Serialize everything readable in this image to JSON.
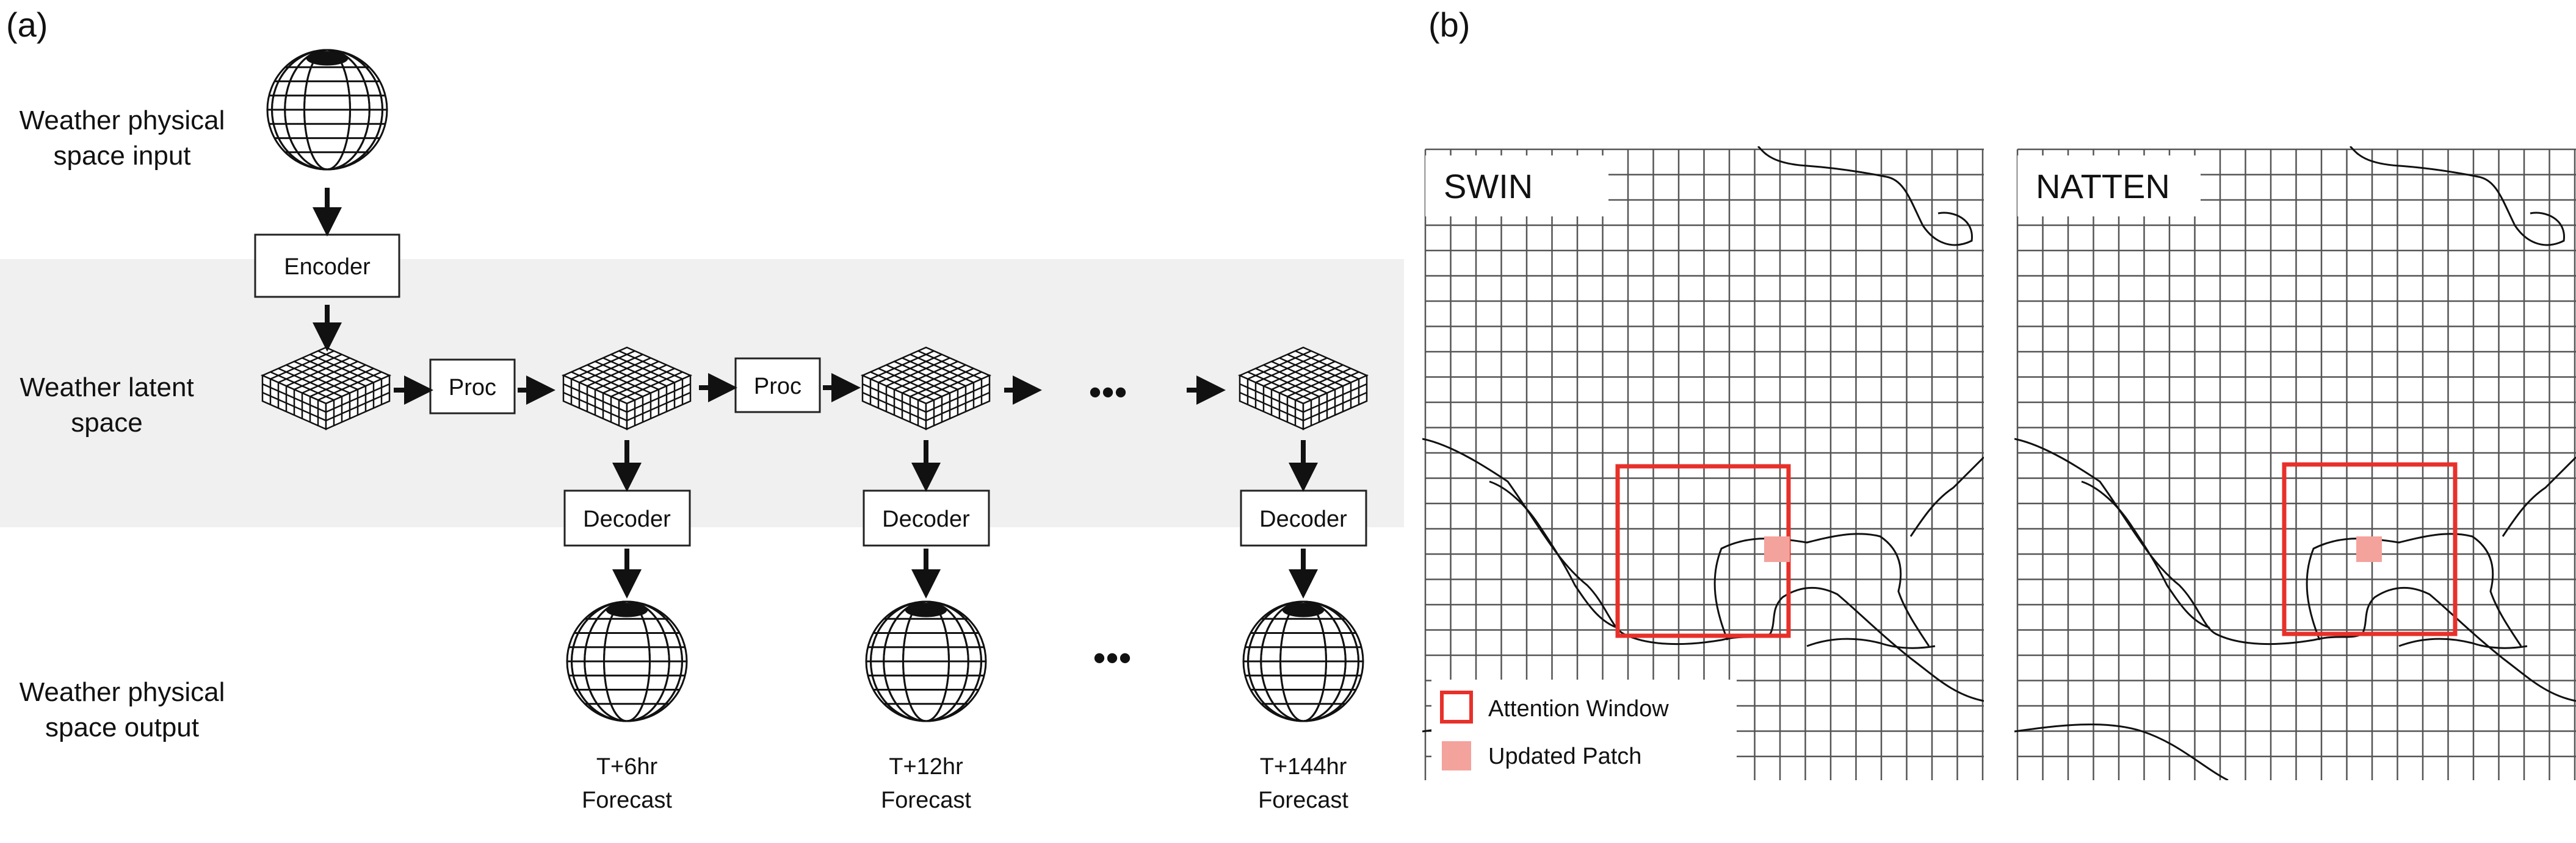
{
  "panel_a": {
    "label": "(a)",
    "row_labels": {
      "input": [
        "Weather physical",
        "space input"
      ],
      "latent": [
        "Weather latent",
        "space"
      ],
      "output": [
        "Weather physical",
        "space output"
      ]
    },
    "encoder": "Encoder",
    "proc": [
      "Proc",
      "Proc"
    ],
    "decoders": [
      "Decoder",
      "Decoder",
      "Decoder"
    ],
    "ellipsis_latent": "•••",
    "ellipsis_output": "•••",
    "forecasts": [
      [
        "T+6hr",
        "Forecast"
      ],
      [
        "T+12hr",
        "Forecast"
      ],
      [
        "T+144hr",
        "Forecast"
      ]
    ]
  },
  "panel_b": {
    "label": "(b)",
    "maps": [
      {
        "name": "SWIN"
      },
      {
        "name": "NATTEN"
      }
    ],
    "legend": {
      "window": "Attention Window",
      "patch": "Updated Patch"
    }
  },
  "colors": {
    "latent_band": "#f0f0f0",
    "window": "#e8302a",
    "patch": "#f4a29c",
    "grid": "#555555"
  }
}
